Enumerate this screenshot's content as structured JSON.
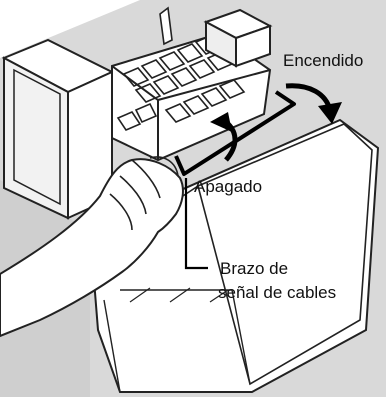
{
  "labels": {
    "on": "Encendido",
    "off": "Apagado",
    "arm_line1": "Brazo de",
    "arm_line2": "señal de cables"
  },
  "colors": {
    "background": "#ffffff",
    "scene_gray": "#d9d9d9",
    "outline": "#222222",
    "leader": "#000000"
  }
}
